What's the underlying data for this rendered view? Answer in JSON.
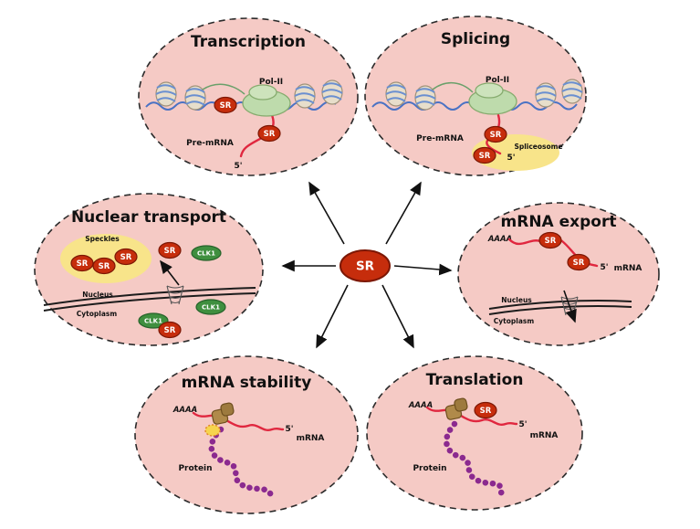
{
  "figure": {
    "center": {
      "label": "SR"
    },
    "panels": {
      "transcription": {
        "title": "Transcription"
      },
      "splicing": {
        "title": "Splicing"
      },
      "nuclear_transport": {
        "title": "Nuclear transport"
      },
      "mrna_export": {
        "title": "mRNA export"
      },
      "mrna_stability": {
        "title": "mRNA stability"
      },
      "translation": {
        "title": "Translation"
      }
    }
  },
  "labels": {
    "sr": "SR",
    "clk1": "CLK1",
    "pol2": "Pol-II",
    "pre_mrna": "Pre-mRNA",
    "mrna": "mRNA",
    "five_prime": "5'",
    "aaaa": "AAAA",
    "protein": "Protein",
    "nucleus": "Nucleus",
    "cytoplasm": "Cytoplasm",
    "speckles": "Speckles",
    "spliceosome": "Spliceosome"
  },
  "colors": {
    "panel_fill": "#f5cac5",
    "sr_red": "#c62d0c",
    "clk1_green": "#3f8f3f",
    "pol2_green": "#bedbac",
    "speckle_yellow": "#f8e48a",
    "mrna_red": "#e0273f",
    "dna_blue": "#4a72c4",
    "protein_purple": "#8b2a8f"
  }
}
